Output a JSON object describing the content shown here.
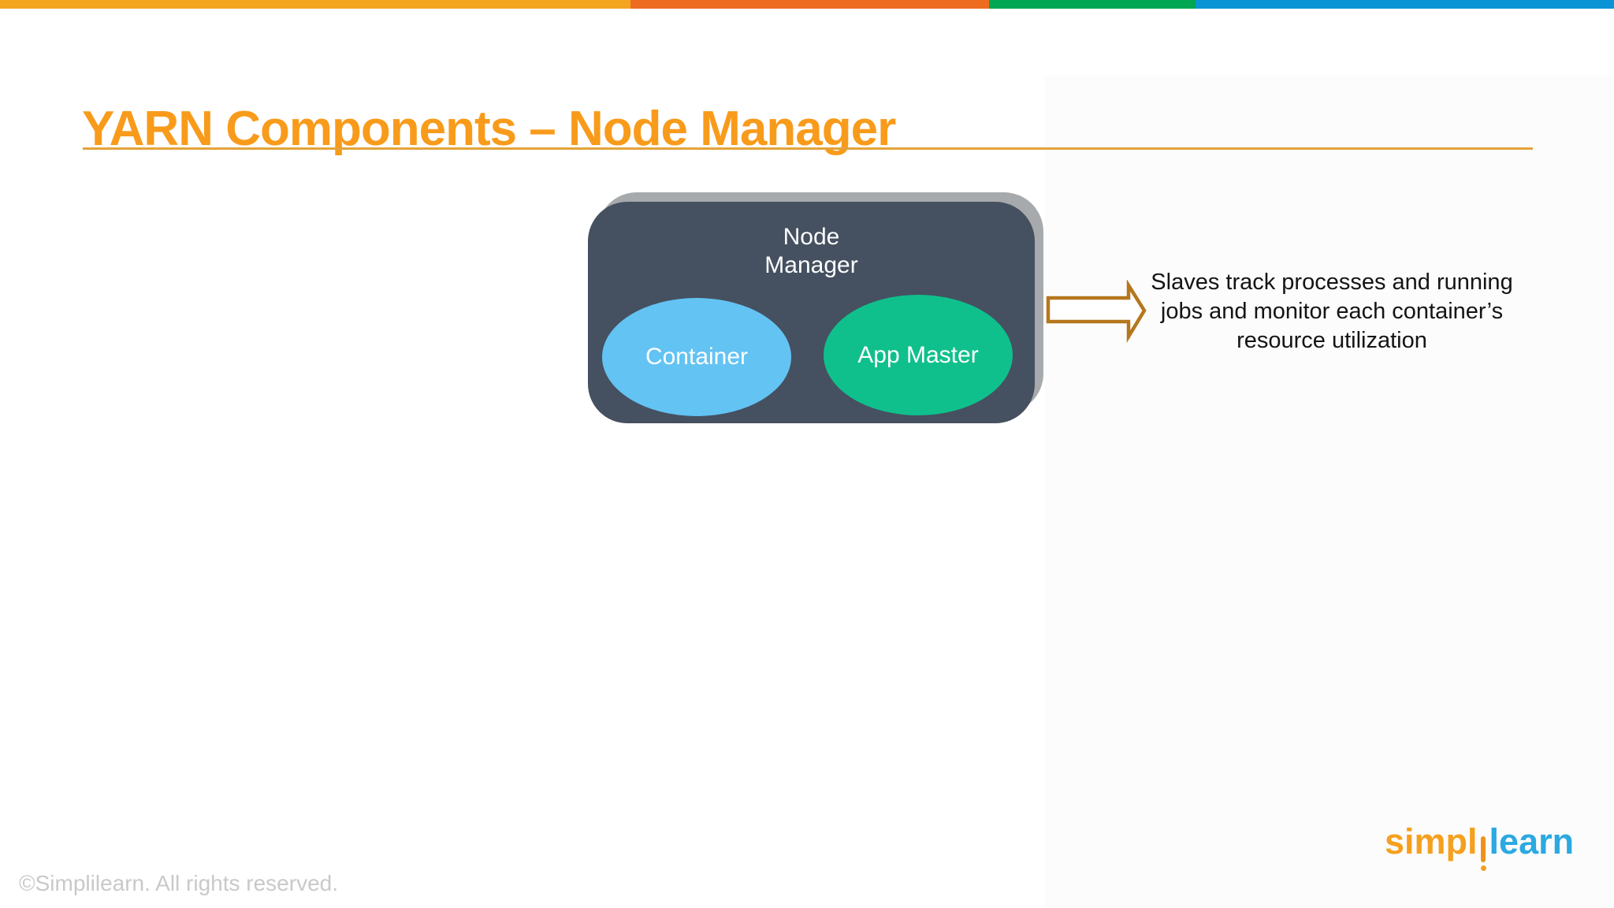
{
  "slide": {
    "title": "YARN Components – Node Manager",
    "title_color": "#F89B1B",
    "divider_color": "#E3A33B"
  },
  "top_bar": {
    "segments": [
      {
        "name": "orange",
        "color": "#F2A51D"
      },
      {
        "name": "dark-orange",
        "color": "#EE6C20"
      },
      {
        "name": "green",
        "color": "#00A652"
      },
      {
        "name": "blue",
        "color": "#0A94D6"
      }
    ]
  },
  "diagram": {
    "node_manager": {
      "label": "Node Manager",
      "lines": [
        "Node",
        "Manager"
      ],
      "box_color": "#455060",
      "shadow_color": "#A7AAAC",
      "text_color": "#FFFFFF"
    },
    "container_ellipse": {
      "label": "Container",
      "color": "#63C3F3"
    },
    "app_master_ellipse": {
      "label": "App Master",
      "color": "#0FC08C"
    },
    "arrow": {
      "direction": "right",
      "outline_color": "#B5771C",
      "fill_color": "#FFFFFF"
    },
    "annotation": {
      "text": "Slaves track processes and running jobs and monitor each container’s resource utilization",
      "lines": [
        "Slaves track processes and running",
        "jobs and monitor each container’s",
        "resource utilization"
      ],
      "color": "#141414"
    }
  },
  "footer": {
    "copyright": "©Simplilearn. All rights reserved.",
    "copyright_color": "#C9C9C9",
    "logo": {
      "simpl": "simpl",
      "learn": "learn",
      "orange_color": "#F5A01D",
      "blue_color": "#2BA9E0"
    }
  }
}
